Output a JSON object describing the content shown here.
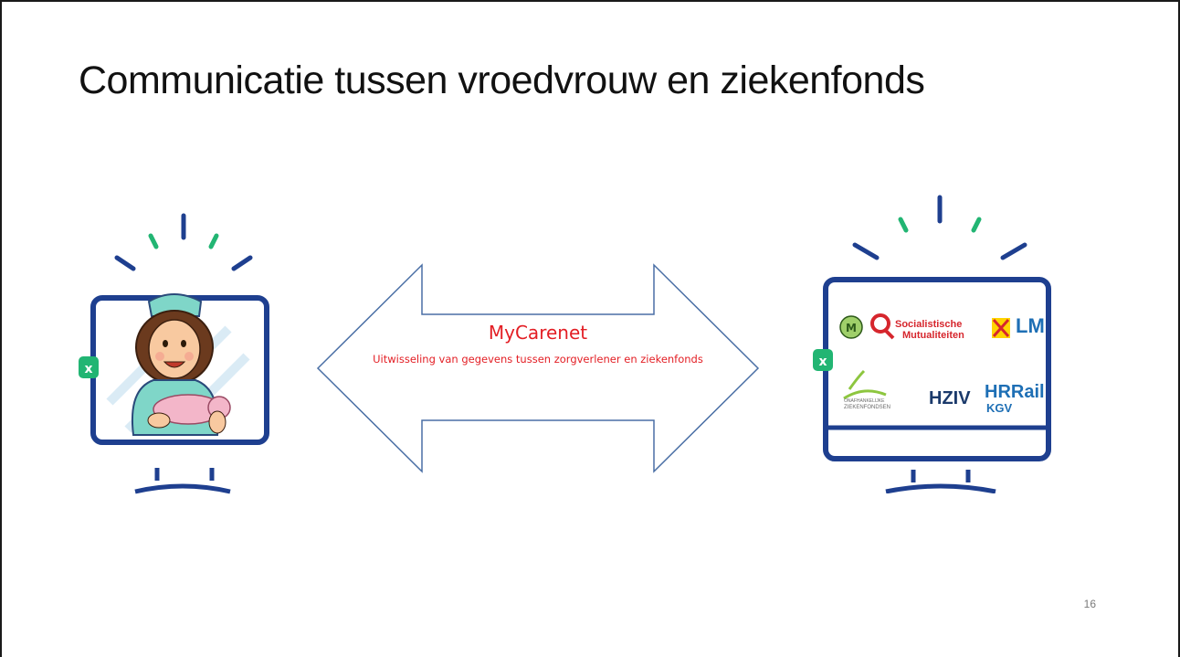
{
  "slide": {
    "title": "Communicatie tussen vroedvrouw en ziekenfonds",
    "page_number": "16"
  },
  "arrow": {
    "title": "MyCarenet",
    "subtitle": "Uitwisseling van gegevens tussen zorgverlener en ziekenfonds"
  },
  "logos": {
    "socialistische": "Socialistische",
    "mutualiteiten": "Mutualiteiten",
    "lm": "LM",
    "onafhankelijke": "ONAFHANKELIJKE",
    "ziekenfondsen": "ZIEKENFONDSEN",
    "hziv": "HZIV",
    "hrrail": "HRRail",
    "kgv": "KGV"
  },
  "colors": {
    "title_text": "#111111",
    "arrow_text": "#e31e24",
    "monitor_frame": "#1e3f8f",
    "ray_green": "#22b573",
    "ray_blue": "#1e3f8f"
  },
  "icons": {
    "left": "nurse-with-baby-monitor-icon",
    "right": "insurance-logos-monitor-icon"
  }
}
